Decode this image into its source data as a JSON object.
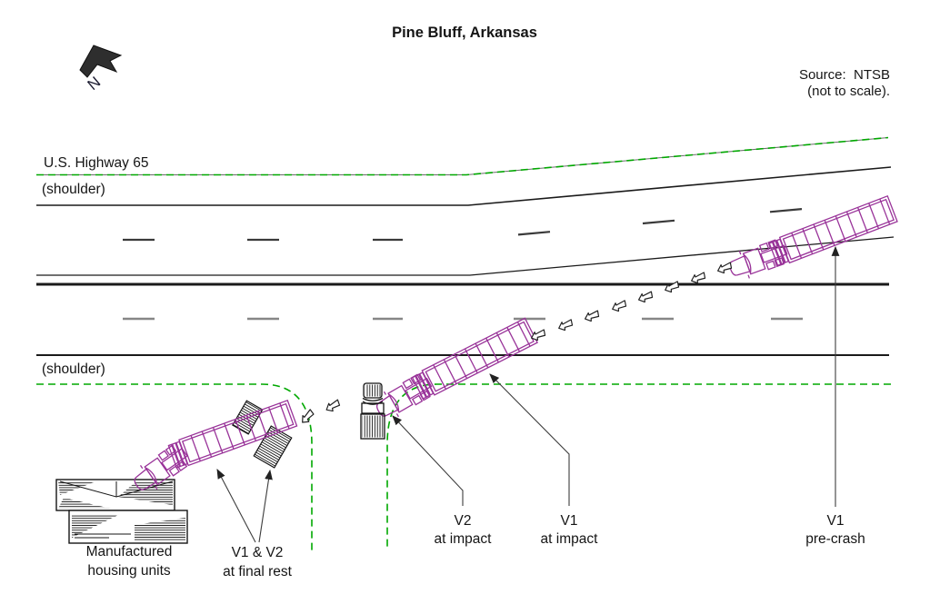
{
  "title": "Pine Bluff, Arkansas",
  "source": {
    "line1": "Source:  NTSB",
    "line2": "(not to scale)."
  },
  "compass": {
    "north": "N"
  },
  "road": {
    "name": "U.S. Highway 65",
    "shoulder_top": "(shoulder)",
    "shoulder_bottom": "(shoulder)"
  },
  "callouts": {
    "v2_impact": {
      "line1": "V2",
      "line2": "at impact"
    },
    "v1_impact": {
      "line1": "V1",
      "line2": "at impact"
    },
    "v1_precrash": {
      "line1": "V1",
      "line2": "pre-crash"
    },
    "final_rest": {
      "line1": "V1 & V2",
      "line2": "at final rest"
    },
    "housing": {
      "line1": "Manufactured",
      "line2": "housing units"
    }
  },
  "colors": {
    "vehicle": "#993399",
    "road_edge_green": "#00a800",
    "road_line": "#1a1a1a",
    "leader": "#3d3d3d",
    "wreck": "#151515"
  }
}
